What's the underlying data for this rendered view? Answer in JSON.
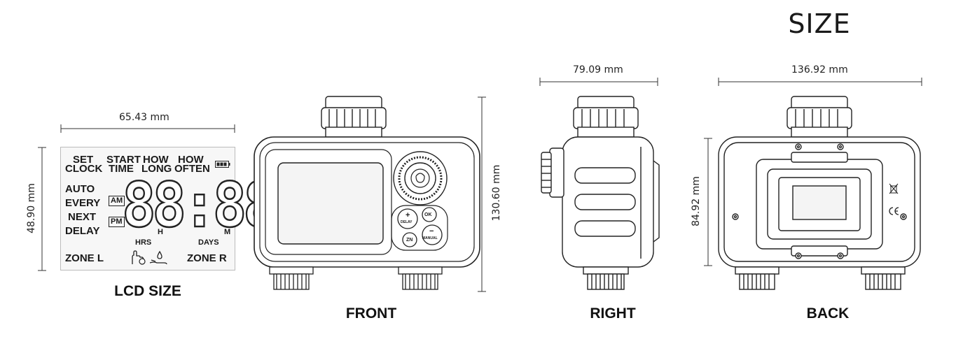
{
  "title": "SIZE",
  "views": {
    "lcd": "LCD SIZE",
    "front": "FRONT",
    "right": "RIGHT",
    "back": "BACK"
  },
  "dimensions": {
    "lcd_width": "65.43 mm",
    "lcd_height": "48.90 mm",
    "front_height": "130.60 mm",
    "right_width": "79.09 mm",
    "back_width": "136.92 mm",
    "back_height": "84.92 mm"
  },
  "lcd": {
    "set": "SET",
    "clock": "CLOCK",
    "start": "START",
    "time": "TIME",
    "how1": "HOW",
    "long": "LONG",
    "how2": "HOW",
    "often": "OFTEN",
    "auto": "AUTO",
    "every": "EVERY",
    "next": "NEXT",
    "delay": "DELAY",
    "am": "AM",
    "pm": "PM",
    "h": "H",
    "m": "M",
    "hrs": "HRS",
    "days": "DAYS",
    "zone_l": "ZONE L",
    "zone_r": "ZONE R",
    "digits": "88:88"
  },
  "buttons": {
    "ok": "OK",
    "delay_plus": "+",
    "delay": "DELAY",
    "manual_minus": "−",
    "manual": "MANUAL",
    "zn": "ZN"
  }
}
